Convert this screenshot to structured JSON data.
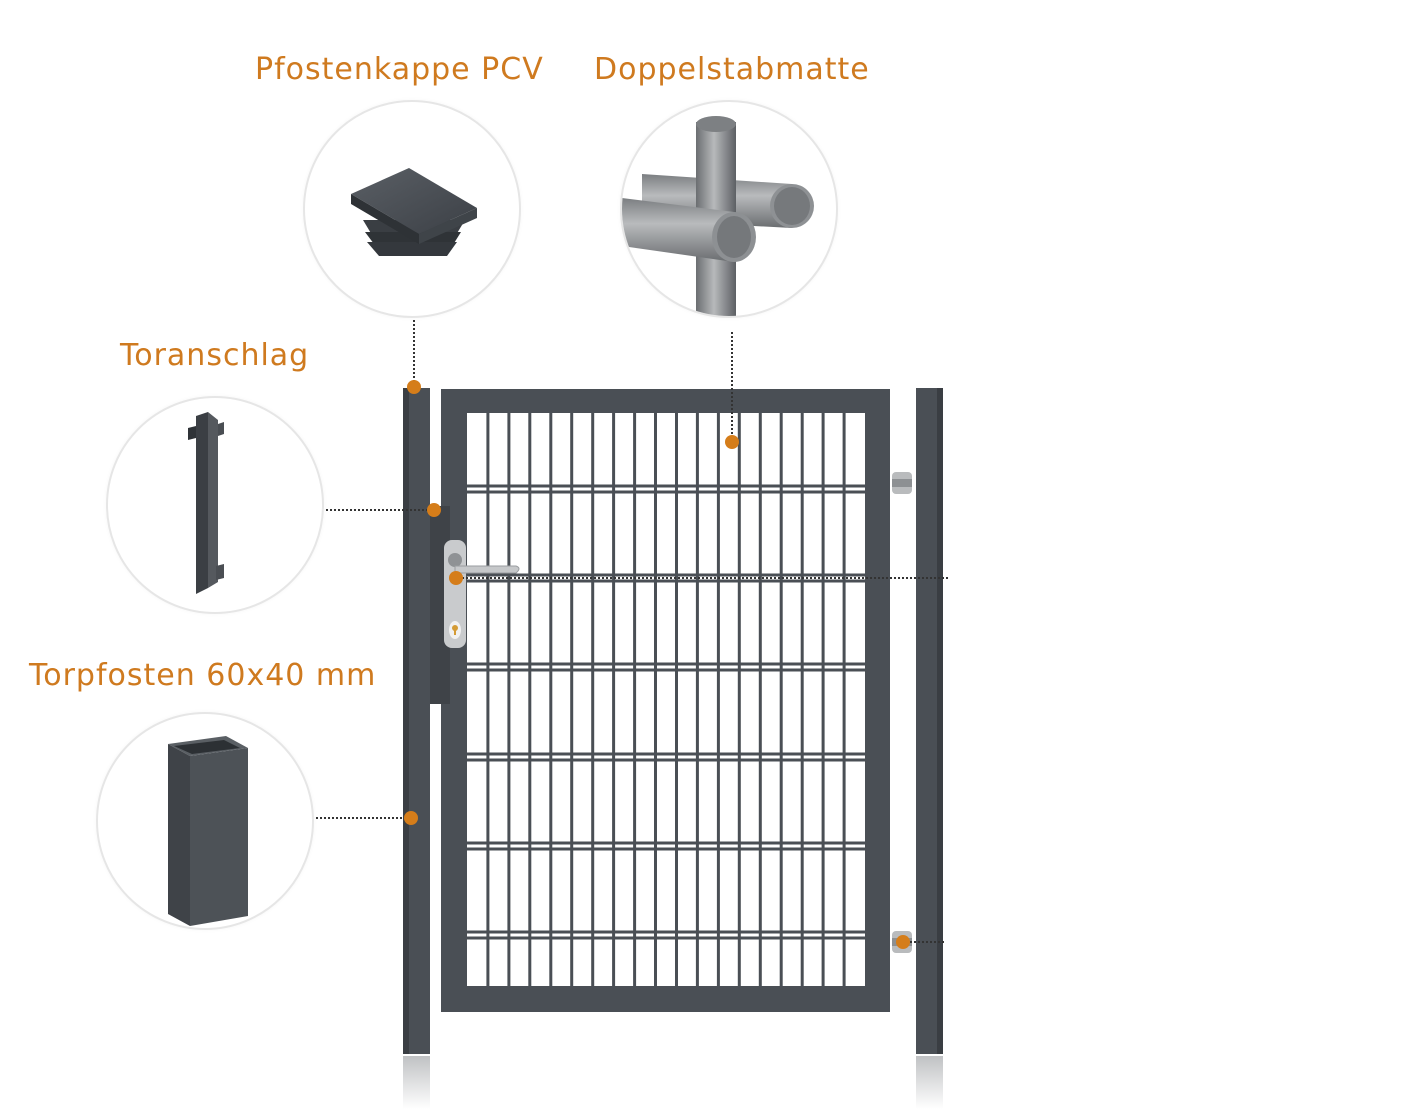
{
  "labels": {
    "post_cap": "Pfostenkappe PCV",
    "double_wire_mesh": "Doppelstabmatte",
    "gate_stop": "Toranschlag",
    "gate_post": "Torpfosten 60x40 mm"
  },
  "colors": {
    "accent": "#cf7a1f",
    "anthracite": "#4a4f55",
    "frame_edge": "#3d4247",
    "steel": "#a9abad"
  },
  "icons": {
    "post_cap": "post-cap-icon",
    "mesh_detail": "double-wire-mesh-icon",
    "gate_stop": "gate-stop-profile-icon",
    "gate_post": "rectangular-post-icon"
  }
}
